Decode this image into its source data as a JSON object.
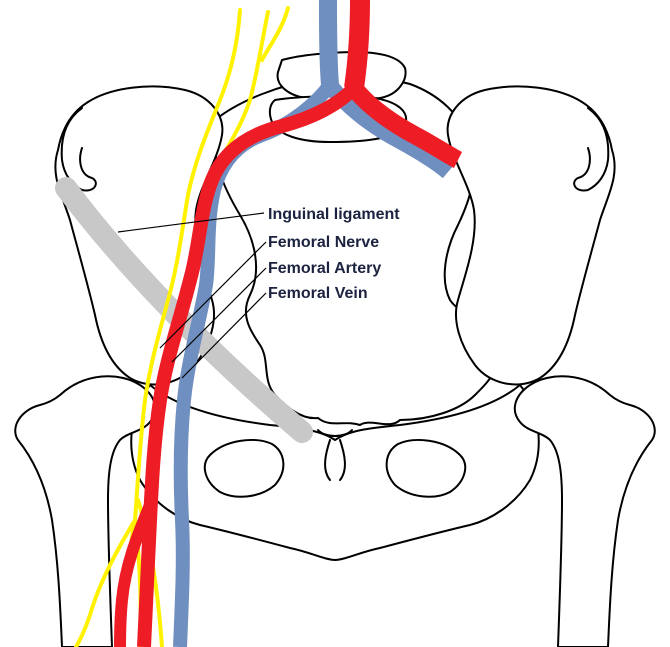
{
  "colors": {
    "artery": "#ee1c25",
    "vein": "#6f8fc0",
    "nerve": "#fff200",
    "ligament": "#c8c8c8",
    "label_text": "#1c2340"
  },
  "labels": {
    "inguinal_ligament": "Inguinal ligament",
    "femoral_nerve": "Femoral Nerve",
    "femoral_artery": "Femoral Artery",
    "femoral_vein": "Femoral Vein"
  }
}
